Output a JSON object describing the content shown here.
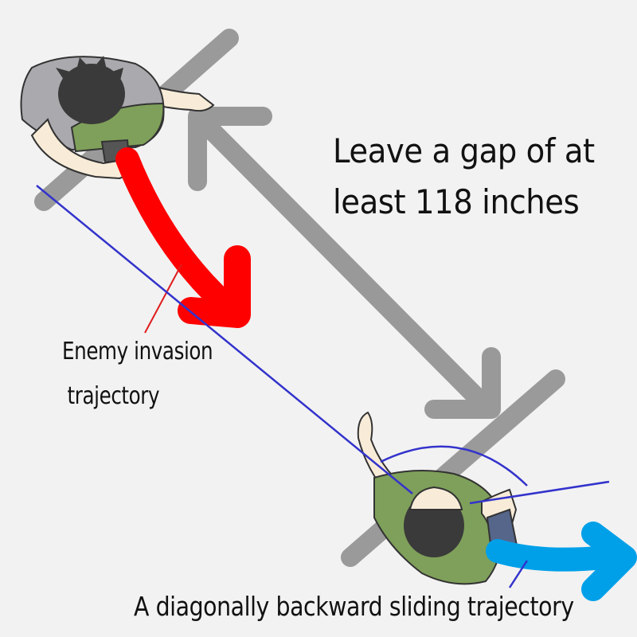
{
  "gap_label": {
    "line1": "Leave a gap of at",
    "line2": "least 118 inches"
  },
  "enemy_label": {
    "line1": "Enemy invasion",
    "line2": "trajectory"
  },
  "slide_label": "A diagonally backward sliding trajectory",
  "colors": {
    "background": "#f2f2f2",
    "gap_arrow": "#999999",
    "enemy_arrow": "#ff0000",
    "slide_arrow": "#00a0e9",
    "sight_lines": "#3333cc",
    "shirt": "#7fa05a",
    "hair": "#3a3a3a",
    "skin": "#f8ecd8"
  }
}
